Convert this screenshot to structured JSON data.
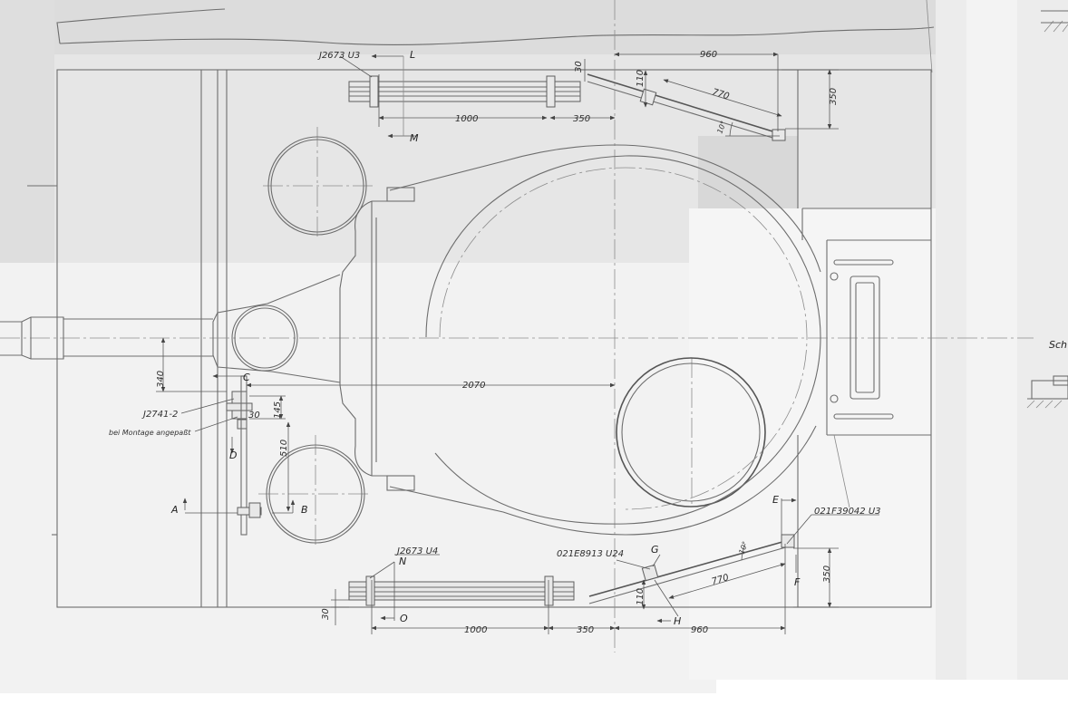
{
  "drawing": {
    "part_numbers": {
      "top_bar": "J2673 U3",
      "bottom_bar": "J2673 U4",
      "side_bracket": "J2741-2",
      "lower_link": "021E8913 U24",
      "right_link": "021F39042 U3"
    },
    "note": "bei Montage angepaßt",
    "margin_text": "Sch",
    "section_markers": [
      "L",
      "M",
      "C",
      "D",
      "A",
      "B",
      "N",
      "O",
      "E",
      "F",
      "G",
      "H"
    ],
    "dimensions": {
      "top_bar_length": "1000",
      "top_bar_offset": "350",
      "top_link_span": "960",
      "top_link_length": "770",
      "top_link_height": "350",
      "top_link_pin": "110",
      "top_link_gap": "30",
      "top_link_angle": "10°",
      "hull_length": "2070",
      "gun_offset": "340",
      "bracket_width": "30",
      "bracket_height": "145",
      "bracket_spacing": "510",
      "bottom_bar_length": "1000",
      "bottom_bar_offset": "350",
      "bottom_link_span": "960",
      "bottom_link_length": "770",
      "bottom_link_height": "350",
      "bottom_link_pin": "110",
      "bottom_link_gap": "30",
      "bottom_link_angle": "10°"
    }
  }
}
